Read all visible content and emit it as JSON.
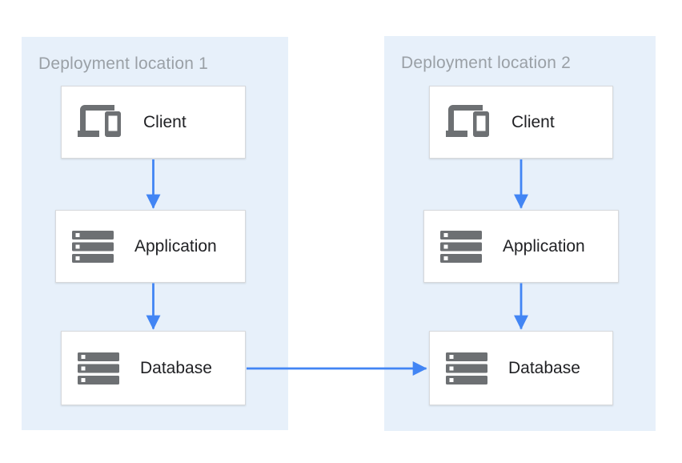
{
  "colors": {
    "panel-bg": "#e7f0fa",
    "box-bg": "#ffffff",
    "box-border": "#d7d9dc",
    "arrow": "#4285f4",
    "icon": "#6d7073",
    "title-text": "#9aa0a6",
    "label-text": "#202124"
  },
  "locations": [
    {
      "title": "Deployment location 1",
      "nodes": [
        {
          "id": "client-1",
          "label": "Client",
          "icon": "devices-icon"
        },
        {
          "id": "application-1",
          "label": "Application",
          "icon": "storage-icon"
        },
        {
          "id": "database-1",
          "label": "Database",
          "icon": "storage-icon"
        }
      ]
    },
    {
      "title": "Deployment location 2",
      "nodes": [
        {
          "id": "client-2",
          "label": "Client",
          "icon": "devices-icon"
        },
        {
          "id": "application-2",
          "label": "Application",
          "icon": "storage-icon"
        },
        {
          "id": "database-2",
          "label": "Database",
          "icon": "storage-icon"
        }
      ]
    }
  ],
  "connections": [
    {
      "from": "client-1",
      "to": "application-1"
    },
    {
      "from": "application-1",
      "to": "database-1"
    },
    {
      "from": "client-2",
      "to": "application-2"
    },
    {
      "from": "application-2",
      "to": "database-2"
    },
    {
      "from": "database-1",
      "to": "database-2"
    }
  ]
}
